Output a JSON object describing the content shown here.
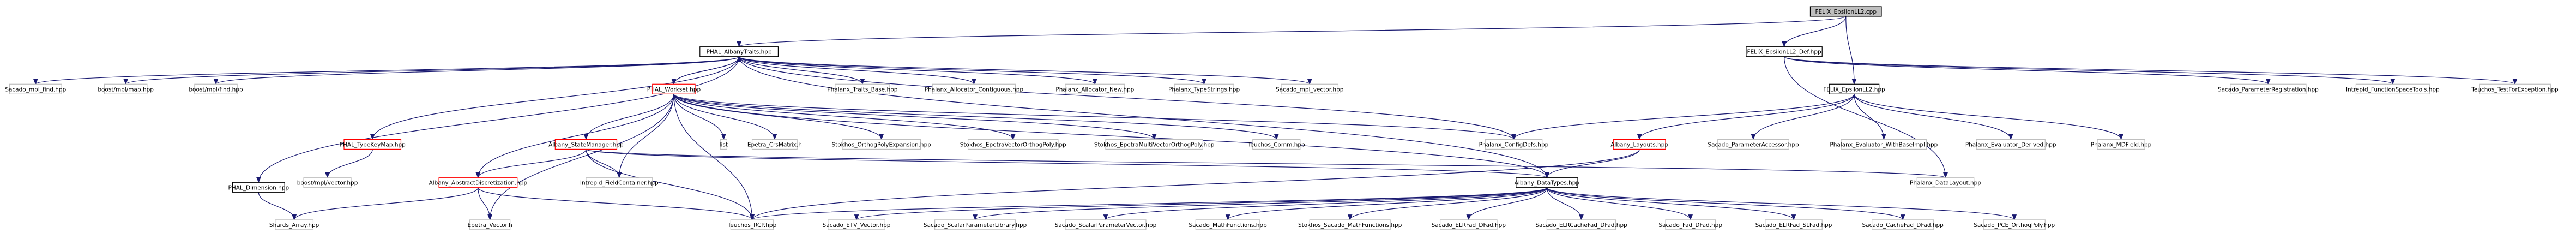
{
  "palette": {
    "root_fill": "#bfbfbf",
    "root_stroke": "#000000",
    "node_fill": "#ffffff",
    "node_stroke": "#000000",
    "leaf_stroke": "#bfbfbf",
    "missing_stroke": "#ff0000",
    "edge_color": "#191970",
    "text_color": "#000000"
  },
  "nodes": [
    {
      "id": "root",
      "label": "FELIX_EpsilonLL2.cpp",
      "kind": "root"
    },
    {
      "id": "phal_traits",
      "label": "PHAL_AlbanyTraits.hpp",
      "kind": "node"
    },
    {
      "id": "felix_def",
      "label": "FELIX_EpsilonLL2_Def.hpp",
      "kind": "node"
    },
    {
      "id": "felix_hpp",
      "label": "FELIX_EpsilonLL2.hpp",
      "kind": "node"
    },
    {
      "id": "phal_workset",
      "label": "PHAL_Workset.hpp",
      "kind": "missing"
    },
    {
      "id": "phal_dim",
      "label": "PHAL_Dimension.hpp",
      "kind": "node"
    },
    {
      "id": "phal_typekey",
      "label": "PHAL_TypeKeyMap.hpp",
      "kind": "missing"
    },
    {
      "id": "albany_state",
      "label": "Albany_StateManager.hpp",
      "kind": "missing"
    },
    {
      "id": "albany_layouts",
      "label": "Albany_Layouts.hpp",
      "kind": "missing"
    },
    {
      "id": "albany_absdisc",
      "label": "Albany_AbstractDiscretization.hpp",
      "kind": "missing"
    },
    {
      "id": "albany_datatypes",
      "label": "Albany_DataTypes.hpp",
      "kind": "node"
    },
    {
      "id": "sacado_mpl_find",
      "label": "Sacado_mpl_find.hpp",
      "kind": "leaf"
    },
    {
      "id": "boost_map",
      "label": "boost/mpl/map.hpp",
      "kind": "leaf"
    },
    {
      "id": "boost_find",
      "label": "boost/mpl/find.hpp",
      "kind": "leaf"
    },
    {
      "id": "phalanx_traits_base",
      "label": "Phalanx_Traits_Base.hpp",
      "kind": "leaf"
    },
    {
      "id": "phalanx_alloc_contig",
      "label": "Phalanx_Allocator_Contiguous.hpp",
      "kind": "leaf"
    },
    {
      "id": "phalanx_alloc_new",
      "label": "Phalanx_Allocator_New.hpp",
      "kind": "leaf"
    },
    {
      "id": "phalanx_typestrings",
      "label": "Phalanx_TypeStrings.hpp",
      "kind": "leaf"
    },
    {
      "id": "sacado_mpl_vector",
      "label": "Sacado_mpl_vector.hpp",
      "kind": "leaf"
    },
    {
      "id": "boost_vector",
      "label": "boost/mpl/vector.hpp",
      "kind": "leaf"
    },
    {
      "id": "shards_array",
      "label": "Shards_Array.hpp",
      "kind": "leaf"
    },
    {
      "id": "epetra_vector",
      "label": "Epetra_Vector.h",
      "kind": "leaf"
    },
    {
      "id": "intrepid_field",
      "label": "Intrepid_FieldContainer.hpp",
      "kind": "leaf"
    },
    {
      "id": "list",
      "label": "list",
      "kind": "leaf"
    },
    {
      "id": "epetra_crs",
      "label": "Epetra_CrsMatrix.h",
      "kind": "leaf"
    },
    {
      "id": "stokhos_ortho_exp",
      "label": "Stokhos_OrthogPolyExpansion.hpp",
      "kind": "leaf"
    },
    {
      "id": "stokhos_epetra_vec",
      "label": "Stokhos_EpetraVectorOrthogPoly.hpp",
      "kind": "leaf"
    },
    {
      "id": "stokhos_epetra_multi",
      "label": "Stokhos_EpetraMultiVectorOrthogPoly.hpp",
      "kind": "leaf"
    },
    {
      "id": "teuchos_comm",
      "label": "Teuchos_Comm.hpp",
      "kind": "leaf"
    },
    {
      "id": "phalanx_configdefs",
      "label": "Phalanx_ConfigDefs.hpp",
      "kind": "leaf"
    },
    {
      "id": "teuchos_rcp",
      "label": "Teuchos_RCP.hpp",
      "kind": "leaf"
    },
    {
      "id": "sacado_param_access",
      "label": "Sacado_ParameterAccessor.hpp",
      "kind": "leaf"
    },
    {
      "id": "phalanx_eval_base",
      "label": "Phalanx_Evaluator_WithBaseImpl.hpp",
      "kind": "leaf"
    },
    {
      "id": "phalanx_eval_derived",
      "label": "Phalanx_Evaluator_Derived.hpp",
      "kind": "leaf"
    },
    {
      "id": "phalanx_mdfield",
      "label": "Phalanx_MDField.hpp",
      "kind": "leaf"
    },
    {
      "id": "phalanx_datalayout",
      "label": "Phalanx_DataLayout.hpp",
      "kind": "leaf"
    },
    {
      "id": "sacado_param_reg",
      "label": "Sacado_ParameterRegistration.hpp",
      "kind": "leaf"
    },
    {
      "id": "intrepid_fst",
      "label": "Intrepid_FunctionSpaceTools.hpp",
      "kind": "leaf"
    },
    {
      "id": "teuchos_testfor",
      "label": "Teuchos_TestForException.hpp",
      "kind": "leaf"
    },
    {
      "id": "sacado_etv",
      "label": "Sacado_ETV_Vector.hpp",
      "kind": "leaf"
    },
    {
      "id": "sacado_scalar_lib",
      "label": "Sacado_ScalarParameterLibrary.hpp",
      "kind": "leaf"
    },
    {
      "id": "sacado_scalar_vec",
      "label": "Sacado_ScalarParameterVector.hpp",
      "kind": "leaf"
    },
    {
      "id": "sacado_mathfn",
      "label": "Sacado_MathFunctions.hpp",
      "kind": "leaf"
    },
    {
      "id": "stokhos_sacado_math",
      "label": "Stokhos_Sacado_MathFunctions.hpp",
      "kind": "leaf"
    },
    {
      "id": "sacado_elrfad",
      "label": "Sacado_ELRFad_DFad.hpp",
      "kind": "leaf"
    },
    {
      "id": "sacado_elrcache",
      "label": "Sacado_ELRCacheFad_DFad.hpp",
      "kind": "leaf"
    },
    {
      "id": "sacado_fad",
      "label": "Sacado_Fad_DFad.hpp",
      "kind": "leaf"
    },
    {
      "id": "sacado_elrfad_slfad",
      "label": "Sacado_ELRFad_SLFad.hpp",
      "kind": "leaf"
    },
    {
      "id": "sacado_cachefad",
      "label": "Sacado_CacheFad_DFad.hpp",
      "kind": "leaf"
    },
    {
      "id": "sacado_pce",
      "label": "Sacado_PCE_OrthogPoly.hpp",
      "kind": "leaf"
    }
  ]
}
